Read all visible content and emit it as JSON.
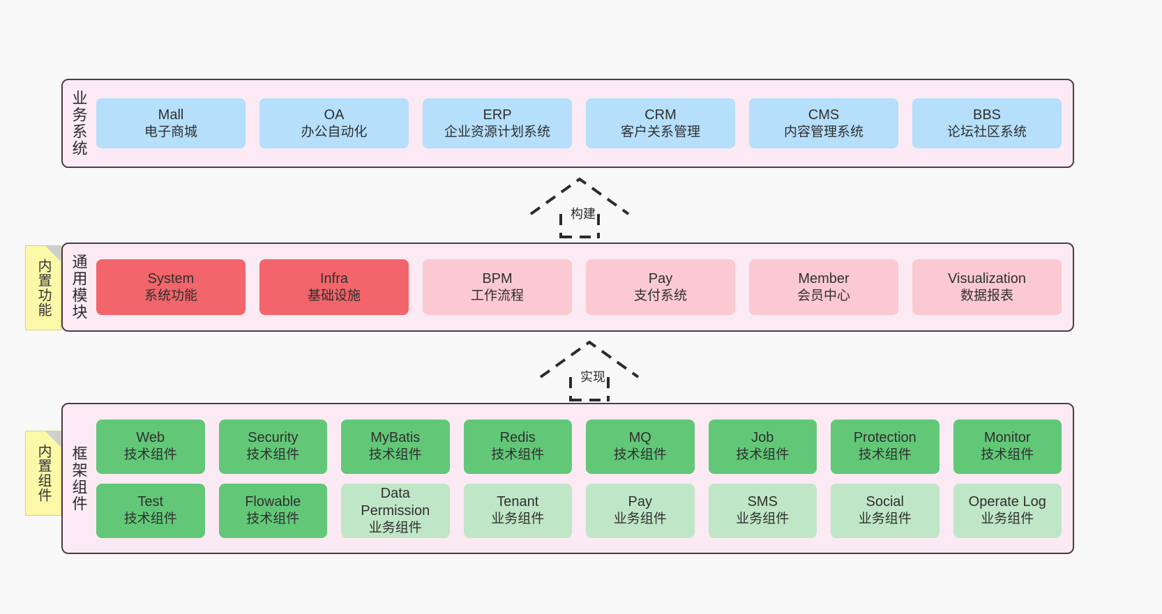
{
  "diagram": {
    "background": "#f8f8f8",
    "layers": [
      {
        "id": "business",
        "title": "业务系统",
        "rows": [
          {
            "cells": [
              {
                "en": "Mall",
                "cn": "电子商城",
                "color": "#b5dffb"
              },
              {
                "en": "OA",
                "cn": "办公自动化",
                "color": "#b5dffb"
              },
              {
                "en": "ERP",
                "cn": "企业资源计划系统",
                "color": "#b5dffb"
              },
              {
                "en": "CRM",
                "cn": "客户关系管理",
                "color": "#b5dffb"
              },
              {
                "en": "CMS",
                "cn": "内容管理系统",
                "color": "#b5dffb"
              },
              {
                "en": "BBS",
                "cn": "论坛社区系统",
                "color": "#b5dffb"
              }
            ]
          }
        ]
      },
      {
        "id": "common",
        "title": "通用模块",
        "sticky": "内置功能",
        "rows": [
          {
            "cells": [
              {
                "en": "System",
                "cn": "系统功能",
                "color": "#f2656a"
              },
              {
                "en": "Infra",
                "cn": "基础设施",
                "color": "#f2656a"
              },
              {
                "en": "BPM",
                "cn": "工作流程",
                "color": "#fbc9d2"
              },
              {
                "en": "Pay",
                "cn": "支付系统",
                "color": "#fbc9d2"
              },
              {
                "en": "Member",
                "cn": "会员中心",
                "color": "#fbc9d2"
              },
              {
                "en": "Visualization",
                "cn": "数据报表",
                "color": "#fbc9d2"
              }
            ]
          }
        ]
      },
      {
        "id": "framework",
        "title": "框架组件",
        "sticky": "内置组件",
        "rows": [
          {
            "cells": [
              {
                "en": "Web",
                "cn": "技术组件",
                "color": "#62c878"
              },
              {
                "en": "Security",
                "cn": "技术组件",
                "color": "#62c878"
              },
              {
                "en": "MyBatis",
                "cn": "技术组件",
                "color": "#62c878"
              },
              {
                "en": "Redis",
                "cn": "技术组件",
                "color": "#62c878"
              },
              {
                "en": "MQ",
                "cn": "技术组件",
                "color": "#62c878"
              },
              {
                "en": "Job",
                "cn": "技术组件",
                "color": "#62c878"
              },
              {
                "en": "Protection",
                "cn": "技术组件",
                "color": "#62c878"
              },
              {
                "en": "Monitor",
                "cn": "技术组件",
                "color": "#62c878"
              }
            ]
          },
          {
            "cells": [
              {
                "en": "Test",
                "cn": "技术组件",
                "color": "#62c878"
              },
              {
                "en": "Flowable",
                "cn": "技术组件",
                "color": "#62c878"
              },
              {
                "en": "Data Permission",
                "cn": "业务组件",
                "color": "#bfe6c6"
              },
              {
                "en": "Tenant",
                "cn": "业务组件",
                "color": "#bfe6c6"
              },
              {
                "en": "Pay",
                "cn": "业务组件",
                "color": "#bfe6c6"
              },
              {
                "en": "SMS",
                "cn": "业务组件",
                "color": "#bfe6c6"
              },
              {
                "en": "Social",
                "cn": "业务组件",
                "color": "#bfe6c6"
              },
              {
                "en": "Operate Log",
                "cn": "业务组件",
                "color": "#bfe6c6"
              }
            ]
          }
        ]
      }
    ],
    "arrows": [
      {
        "id": "build",
        "label": "构建"
      },
      {
        "id": "impl",
        "label": "实现"
      }
    ]
  }
}
